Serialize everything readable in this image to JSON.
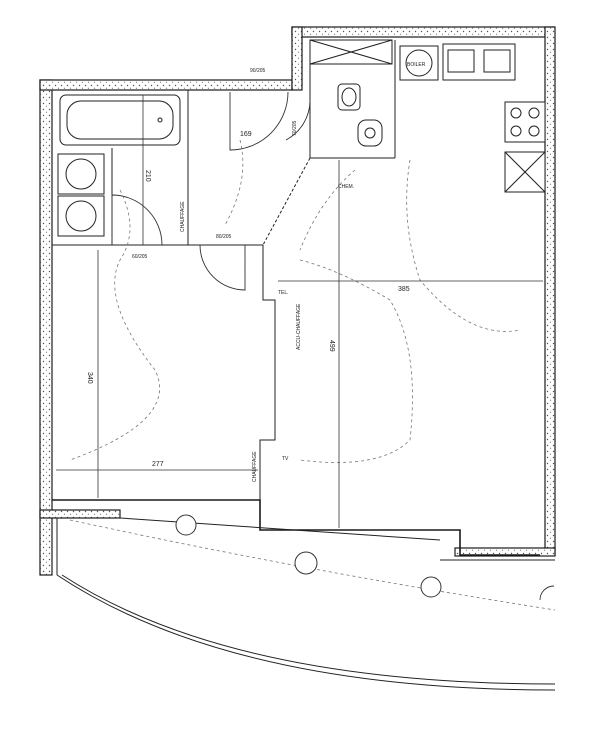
{
  "plan": {
    "dimensions": {
      "bath_width": "210",
      "hall_width": "169",
      "bedroom_height": "340",
      "bedroom_width": "277",
      "living_height": "499",
      "living_width": "385"
    },
    "labels": {
      "boiler": "BOILER",
      "chem": "CHEM.",
      "tel": "TEL.",
      "tv": "TV",
      "heating": "ACCU-CHAUFFAGE",
      "rad_a": "CHAUFFAGE",
      "rad_b": "CHAUFFAGE",
      "door_top": "90/205",
      "door_bed": "80/205",
      "door_bath": "60/205",
      "door_wc": "70/205"
    },
    "colors": {
      "line": "#1a1a1a",
      "paper": "#ffffff",
      "dashed": "#777777"
    }
  }
}
